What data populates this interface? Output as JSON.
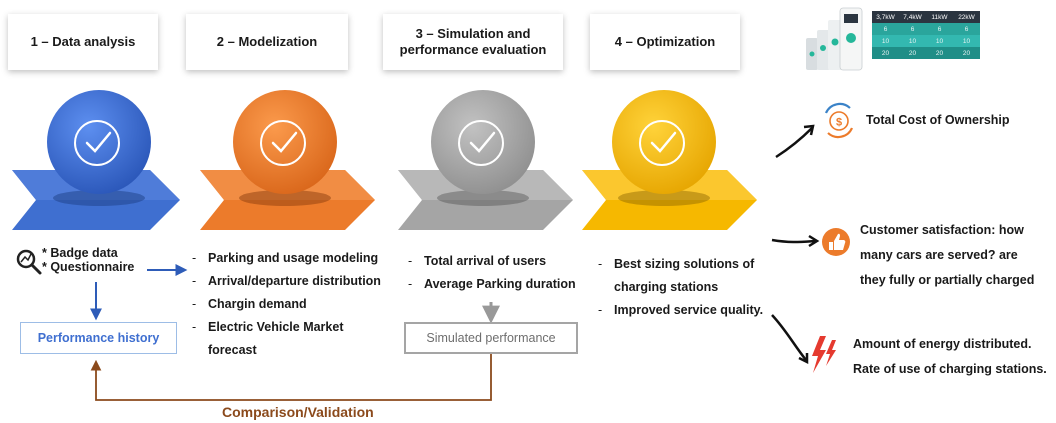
{
  "stages": [
    {
      "label": "1 – Data analysis",
      "color": "#3f6fd0"
    },
    {
      "label": "2 – Modelization",
      "color": "#ec7b2b"
    },
    {
      "label": "3 – Simulation and performance evaluation",
      "color": "#a5a5a5"
    },
    {
      "label": "4 – Optimization",
      "color": "#f6b800"
    }
  ],
  "data_analysis": {
    "items": [
      "* Badge data",
      "* Questionnaire"
    ],
    "history_box": "Performance history"
  },
  "modelization": {
    "items": [
      "Parking and usage modeling",
      "Arrival/departure distribution",
      "Chargin demand",
      "Electric Vehicle Market",
      "forecast"
    ]
  },
  "simulation": {
    "items": [
      "Total arrival of users",
      "Average Parking duration"
    ],
    "result_box": "Simulated performance"
  },
  "optimization": {
    "items": [
      "Best sizing solutions of",
      "charging stations",
      "Improved service quality."
    ]
  },
  "validation_label": "Comparison/Validation",
  "charger_table": {
    "headers": [
      "3,7kW",
      "7,4kW",
      "11kW",
      "22kW"
    ],
    "rows": [
      [
        "6",
        "6",
        "6",
        "6"
      ],
      [
        "10",
        "10",
        "10",
        "10"
      ],
      [
        "20",
        "20",
        "20",
        "20"
      ]
    ]
  },
  "outcomes": {
    "tco": "Total Cost of Ownership",
    "satisfaction": [
      "Customer satisfaction: how",
      "many cars are served? are",
      "they fully or partially charged"
    ],
    "energy": [
      "Amount of energy distributed.",
      "Rate of use of charging stations."
    ]
  },
  "icons": [
    "check-icon",
    "magnifier-chart-icon",
    "charging-station-icon",
    "dollar-cycle-icon",
    "thumbs-up-icon",
    "lightning-icon"
  ]
}
